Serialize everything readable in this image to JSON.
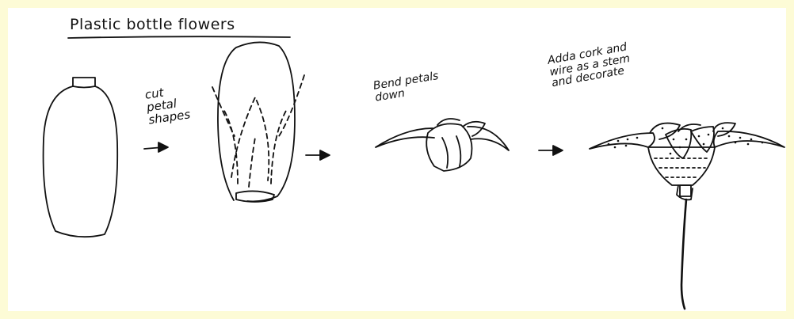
{
  "colors": {
    "background": "#fdfbd6",
    "panel": "#ffffff",
    "ink": "#111111"
  },
  "title": "Plastic bottle flowers",
  "steps": [
    {
      "label": "cut\npetal\nshapes"
    },
    {
      "label": "Bend petals\ndown"
    },
    {
      "label": "Adda cork and\nwire as a stem\nand decorate"
    }
  ]
}
